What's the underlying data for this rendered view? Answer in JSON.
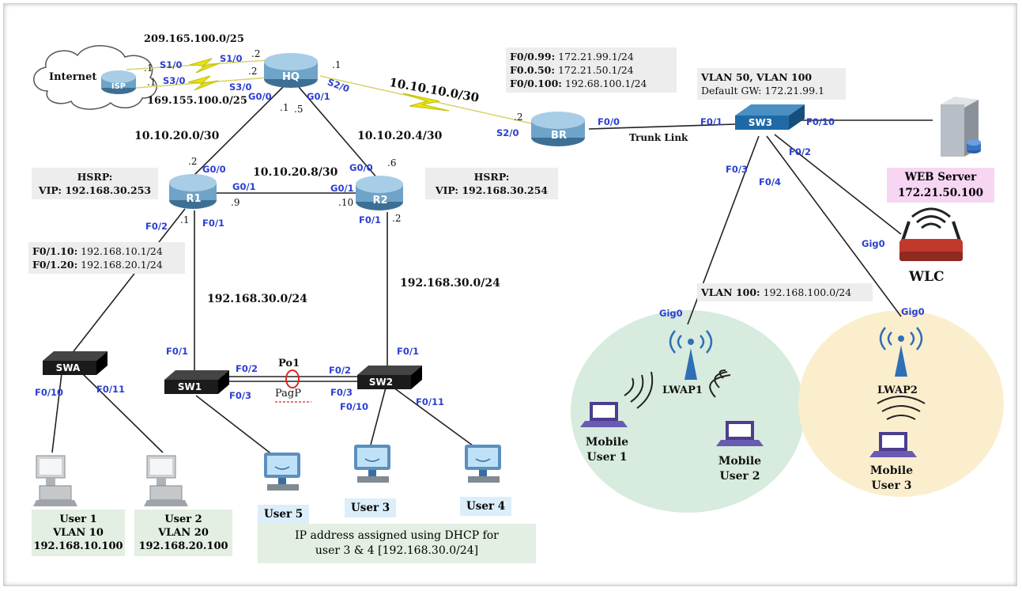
{
  "colors": {
    "router": "#6fa3c8",
    "switch": "#1b1b1b",
    "link": "#222222",
    "serial": "#e9e416",
    "vlan100_zone": "#d7ebdf",
    "lwap2_zone": "#fbeecd",
    "interface_label": "#2a3fd1",
    "wlc": "#c0392b"
  },
  "devices": {
    "internet": "Internet",
    "isp": "ISP",
    "hq": "HQ",
    "br": "BR",
    "r1": "R1",
    "r2": "R2",
    "sw1": "SW1",
    "sw2": "SW2",
    "sw3": "SW3",
    "swa": "SWA",
    "wlc": "WLC",
    "lwap1": "LWAP1",
    "lwap2": "LWAP2"
  },
  "networks": {
    "isp_hq_1": "209.165.100.0/25",
    "isp_hq_2": "169.155.100.0/25",
    "hq_br": "10.10.10.0/30",
    "hq_r1": "10.10.20.0/30",
    "hq_r2": "10.10.20.4/30",
    "r1_r2": "10.10.20.8/30",
    "r1_lan": "192.168.30.0/24",
    "r2_lan": "192.168.30.0/24",
    "trunk": "Trunk Link",
    "po1": "Po1",
    "pagp": "PagP"
  },
  "host_ids": {
    "isp_s1": ".1",
    "isp_s3": ".1",
    "hq_s1": ".2",
    "hq_s3": ".2",
    "hq_s20": ".1",
    "br_s20": ".2",
    "hq_g00": ".1",
    "hq_g01": ".5",
    "r1_g00": ".2",
    "r2_g00": ".6",
    "r1_g01": ".9",
    "r2_g01": ".10",
    "r1_f02": ".1",
    "r2_f01": ".2"
  },
  "interfaces": {
    "isp_s10": "S1/0",
    "isp_s30": "S3/0",
    "hq_s10": "S1/0",
    "hq_s30": "S3/0",
    "hq_s20": "S2/0",
    "hq_g00": "G0/0",
    "hq_g01": "G0/1",
    "br_s20": "S2/0",
    "br_f00": "F0/0",
    "r1_g00": "G0/0",
    "r1_g01": "G0/1",
    "r1_f02": "F0/2",
    "r1_f01": "F0/1",
    "r2_g00": "G0/0",
    "r2_g01": "G0/1",
    "r2_f01": "F0/1",
    "sw1_f01": "F0/1",
    "sw1_f02": "F0/2",
    "sw1_f03": "F0/3",
    "sw2_f01": "F0/1",
    "sw2_f02": "F0/2",
    "sw2_f03": "F0/3",
    "sw2_f010": "F0/10",
    "sw2_f011": "F0/11",
    "swa_f010": "F0/10",
    "swa_f011": "F0/11",
    "sw3_f01": "F0/1",
    "sw3_f010": "F0/10",
    "sw3_f02": "F0/2",
    "sw3_f03": "F0/3",
    "sw3_f04": "F0/4",
    "wlc_gig0": "Gig0",
    "lwap1_gig0": "Gig0",
    "lwap2_gig0": "Gig0"
  },
  "boxes": {
    "br_sub": [
      {
        "k": "F0/0.99:",
        "v": " 172.21.99.1/24"
      },
      {
        "k": "F0.0.50:",
        "v": " 172.21.50.1/24"
      },
      {
        "k": "F0/0.100:",
        "v": " 192.68.100.1/24"
      }
    ],
    "sw3_info": {
      "k": "VLAN 50, VLAN 100",
      "v": "Default GW: 172.21.99.1"
    },
    "hsrp1": {
      "k": "HSRP:",
      "v": "VIP: 192.168.30.253"
    },
    "hsrp2": {
      "k": "HSRP:",
      "v": "VIP: 192.168.30.254"
    },
    "r1_sub": [
      {
        "k": "F0/1.10:",
        "v": " 192.168.10.1/24"
      },
      {
        "k": "F0/1.20:",
        "v": " 192.168.20.1/24"
      }
    ],
    "vlan100": {
      "k": "VLAN 100:",
      "v": " 192.168.100.0/24"
    },
    "web": {
      "l1": "WEB Server",
      "l2": "172.21.50.100"
    },
    "dhcp": {
      "l1": "IP address assigned using DHCP for",
      "l2": "user 3 & 4 [192.168.30.0/24]"
    }
  },
  "users": {
    "u1": {
      "l1": "User 1",
      "l2": "VLAN 10",
      "l3": "192.168.10.100"
    },
    "u2": {
      "l1": "User 2",
      "l2": "VLAN 20",
      "l3": "192.168.20.100"
    },
    "u3": "User 3",
    "u4": "User 4",
    "u5": "User 5",
    "m1": {
      "l1": "Mobile",
      "l2": "User 1"
    },
    "m2": {
      "l1": "Mobile",
      "l2": "User 2"
    },
    "m3": {
      "l1": "Mobile",
      "l2": "User 3"
    }
  }
}
